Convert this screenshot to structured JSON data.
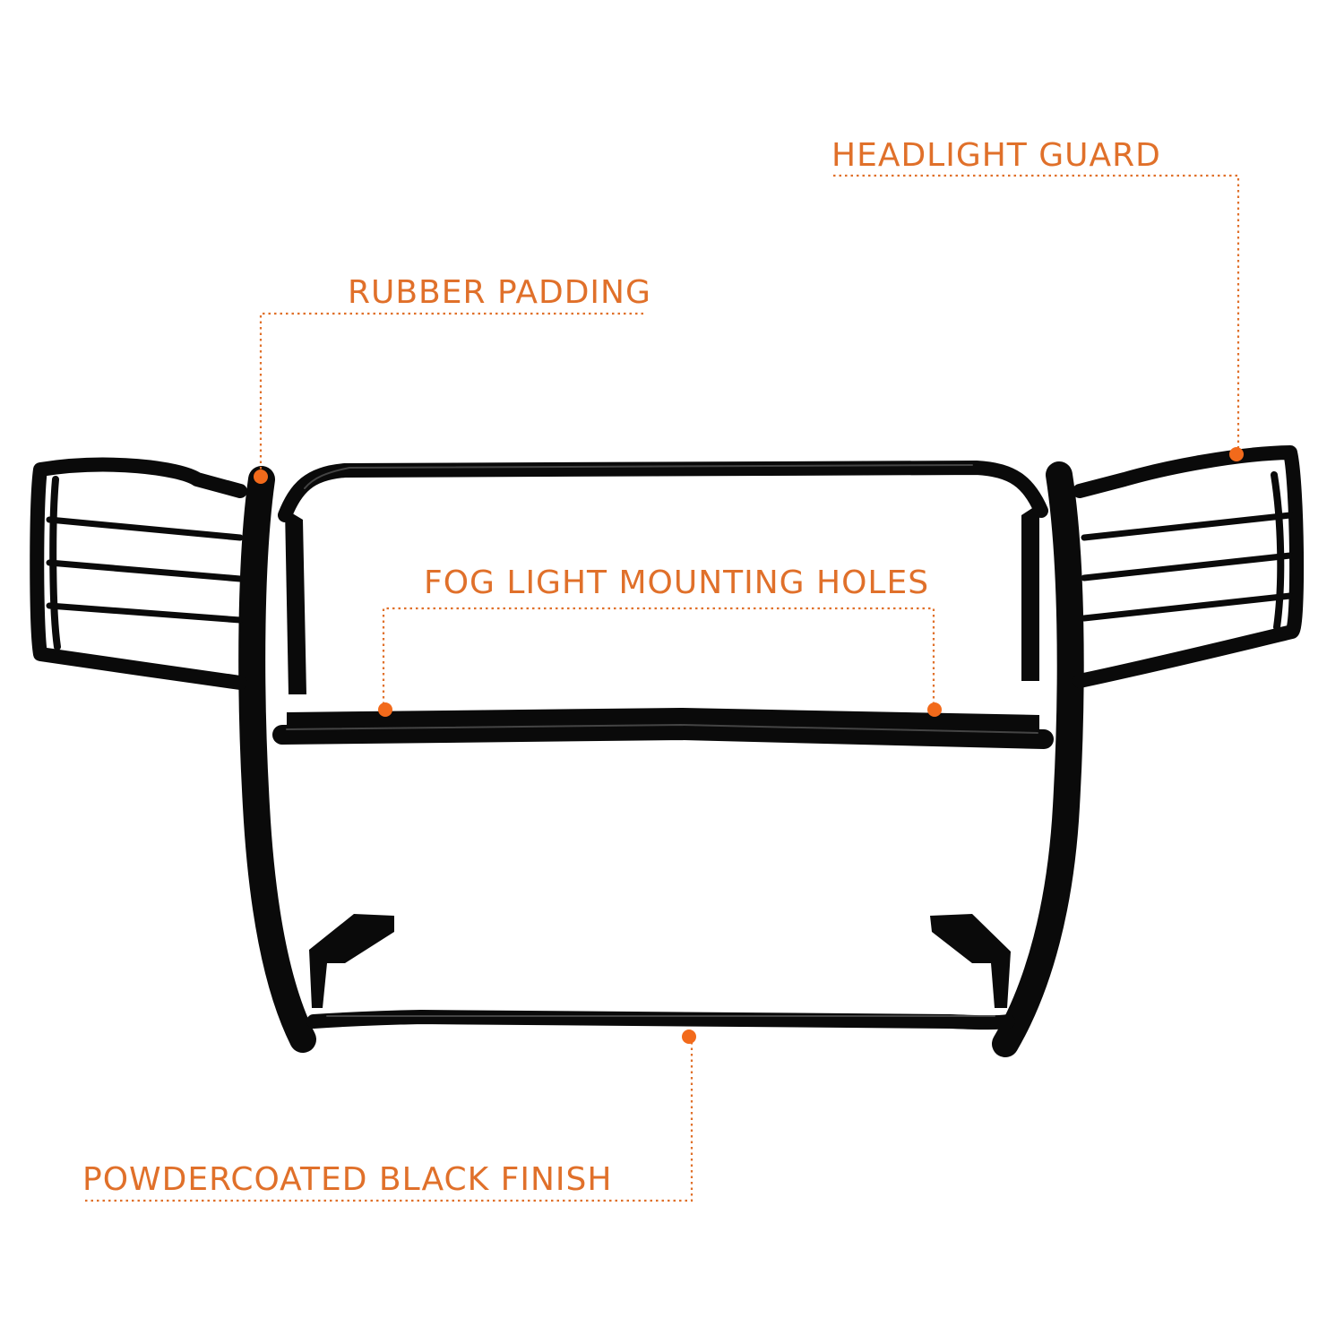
{
  "callouts": {
    "headlight_guard": "HEADLIGHT GUARD",
    "rubber_padding": "RUBBER PADDING",
    "fog_light_holes": "FOG LIGHT MOUNTING HOLES",
    "finish": "POWDERCOATED BLACK FINISH"
  },
  "colors": {
    "accent": "#e0702a",
    "dot": "#f26a1b",
    "metal": "#0a0a0a",
    "highlight": "#6a6a6a",
    "background": "#ffffff"
  }
}
